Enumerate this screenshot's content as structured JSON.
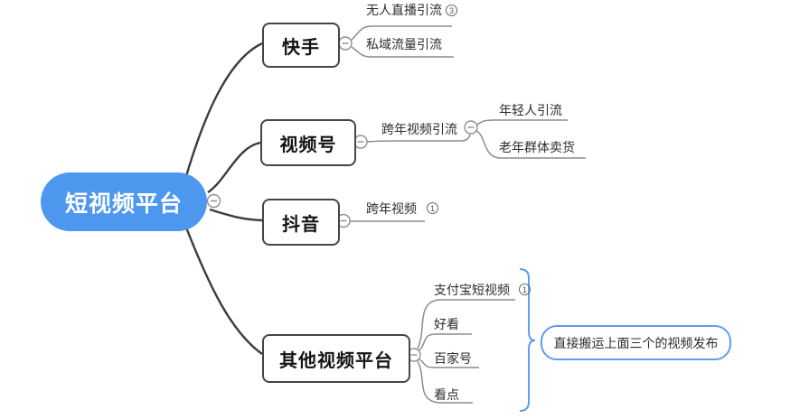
{
  "root": {
    "label": "短视频平台"
  },
  "branches": [
    {
      "label": "快手",
      "children": [
        {
          "label": "无人直播引流",
          "badge": "3"
        },
        {
          "label": "私域流量引流"
        }
      ]
    },
    {
      "label": "视频号",
      "children": [
        {
          "label": "跨年视频引流",
          "children": [
            {
              "label": "年轻人引流"
            },
            {
              "label": "老年群体卖货"
            }
          ]
        }
      ]
    },
    {
      "label": "抖音",
      "children": [
        {
          "label": "跨年视频",
          "badge": "1"
        }
      ]
    },
    {
      "label": "其他视频平台",
      "children": [
        {
          "label": "支付宝短视频",
          "badge": "1"
        },
        {
          "label": "好看"
        },
        {
          "label": "百家号"
        },
        {
          "label": "看点"
        }
      ]
    }
  ],
  "callout": {
    "label": "直接搬运上面三个的视频发布"
  },
  "colors": {
    "root_fill": "#4D97EE",
    "accent_blue": "#5E9CF0",
    "topic_border": "#454545",
    "branch_line": "#3c3c3c",
    "child_line": "#8c8c8c"
  }
}
